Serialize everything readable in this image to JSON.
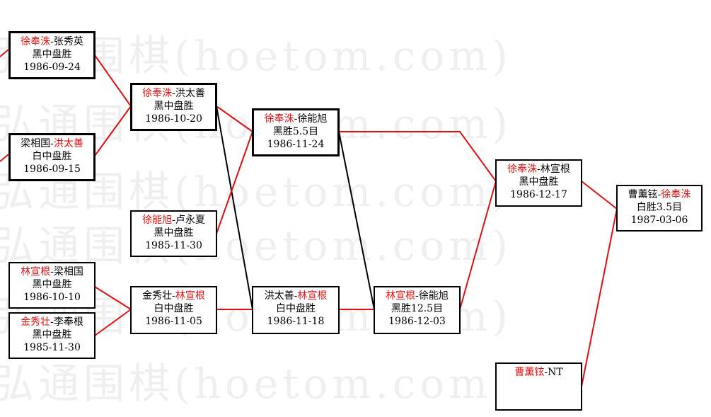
{
  "watermark": "弘通围棋(hoetom.com)",
  "colors": {
    "winner": "#e01010",
    "line_red": "#e01010",
    "line_black": "#000000"
  },
  "games": {
    "g1": {
      "p1": "徐奉洙",
      "sep": "-",
      "p2": "张秀英",
      "winner": "p1",
      "result": "黑中盘胜",
      "date": "1986-09-24"
    },
    "g2": {
      "p1": "梁相国",
      "sep": "-",
      "p2": "洪太善",
      "winner": "p2",
      "result": "白中盘胜",
      "date": "1986-09-15"
    },
    "g3": {
      "p1": "徐奉洙",
      "sep": "-",
      "p2": "洪太善",
      "winner": "p1",
      "result": "黑中盘胜",
      "date": "1986-10-20"
    },
    "g4": {
      "p1": "徐能旭",
      "sep": "-",
      "p2": "卢永夏",
      "winner": "p1",
      "result": "黑中盘胜",
      "date": "1985-11-30"
    },
    "g5": {
      "p1": "林宣根",
      "sep": "-",
      "p2": "梁相国",
      "winner": "p1",
      "result": "黑中盘胜",
      "date": "1986-10-10"
    },
    "g6": {
      "p1": "金秀壮",
      "sep": "-",
      "p2": "李奉根",
      "winner": "p1",
      "result": "黑中盘胜",
      "date": "1985-11-30"
    },
    "g7": {
      "p1": "金秀壮",
      "sep": "-",
      "p2": "林宣根",
      "winner": "p2",
      "result": "白中盘胜",
      "date": "1986-11-05"
    },
    "g8": {
      "p1": "徐奉洙",
      "sep": "-",
      "p2": "徐能旭",
      "winner": "p1",
      "result": "黑胜5.5目",
      "date": "1986-11-24"
    },
    "g9": {
      "p1": "洪太善",
      "sep": "-",
      "p2": "林宣根",
      "winner": "p2",
      "result": "白中盘胜",
      "date": "1986-11-18"
    },
    "g10": {
      "p1": "林宣根",
      "sep": "-",
      "p2": "徐能旭",
      "winner": "p1",
      "result": "黑胜12.5目",
      "date": "1986-12-03"
    },
    "g11": {
      "p1": "徐奉洙",
      "sep": "-",
      "p2": "林宣根",
      "winner": "p1",
      "result": "黑中盘胜",
      "date": "1986-12-17"
    },
    "g12": {
      "p1": "曹薰铉",
      "sep": "-",
      "p2": "徐奉洙",
      "winner": "p2",
      "result": "白胜3.5目",
      "date": "1987-03-06"
    },
    "g13": {
      "p1": "曹薰铉",
      "sep": "-",
      "p2": "NT",
      "winner": "p1",
      "result": "",
      "date": ""
    }
  }
}
